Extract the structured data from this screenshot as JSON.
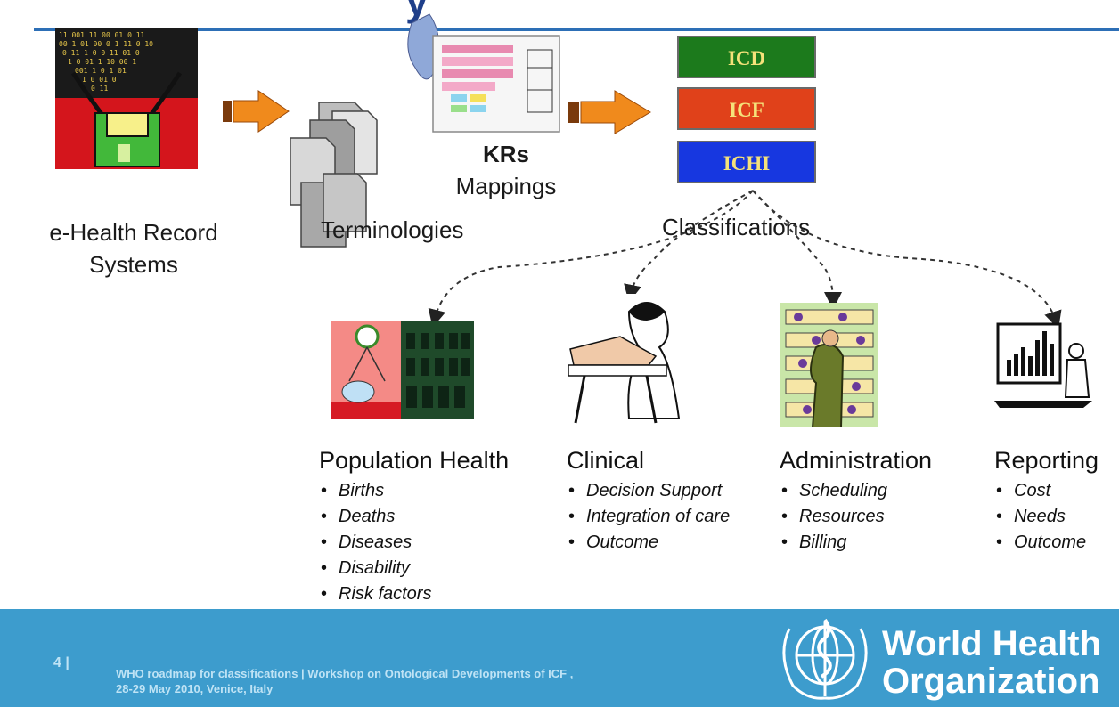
{
  "header": {
    "title_fragment": "y"
  },
  "sources": {
    "ehr_label_line1": "e-Health Record",
    "ehr_label_line2": "Systems",
    "terminologies_label": "Terminologies",
    "krs_label": "KRs",
    "mappings_label": "Mappings"
  },
  "classifications": {
    "label": "Classifications",
    "boxes": [
      {
        "text": "ICD",
        "color": "#1c7a1c"
      },
      {
        "text": "ICF",
        "color": "#e0411a"
      },
      {
        "text": "ICHI",
        "color": "#1737e0"
      }
    ]
  },
  "uses": [
    {
      "title": "Population Health",
      "items": [
        "Births",
        "Deaths",
        "Diseases",
        "Disability",
        "Risk factors"
      ]
    },
    {
      "title": "Clinical",
      "items": [
        "Decision Support",
        "Integration of care",
        "Outcome"
      ]
    },
    {
      "title": "Administration",
      "items": [
        "Scheduling",
        "Resources",
        "Billing"
      ]
    },
    {
      "title": "Reporting",
      "items": [
        "Cost",
        "Needs",
        "Outcome"
      ]
    }
  ],
  "footer": {
    "slide_number": "4 |",
    "text_line1": "WHO roadmap for classifications | Workshop on Ontological Developments of ICF ,",
    "text_line2": "28-29 May 2010, Venice, Italy",
    "org_line1": "World Health",
    "org_line2": "Organization"
  },
  "colors": {
    "accent_blue": "#2d6fb6",
    "footer_blue": "#3d9ccd",
    "arrow_orange": "#f08a1c"
  }
}
